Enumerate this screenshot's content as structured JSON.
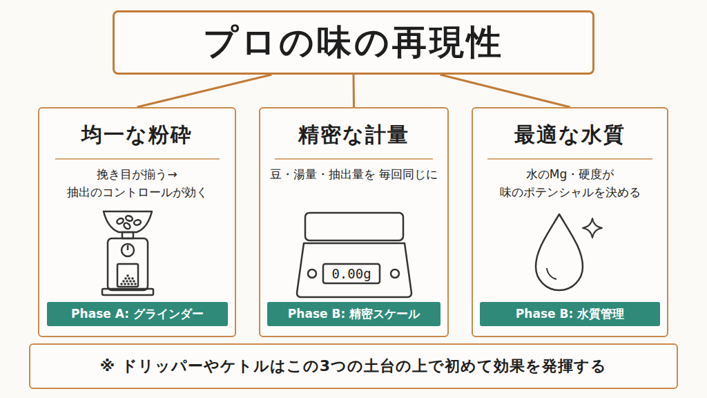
{
  "diagram": {
    "nodes": [
      {
        "text": [
          "プロの味の再現性"
        ]
      },
      {
        "text": [
          "均一な粉砕",
          "挽き目が揃う→ 抽出のコントロールが効く"
        ]
      },
      {
        "text": [
          "Phase A: グラインダー"
        ],
        "in": 1
      },
      {
        "text": [
          "精密な計量",
          "豆・湯量・抽出量を 毎回同じに"
        ]
      },
      {
        "text": [
          "Phase B: 精密スケール"
        ],
        "in": 3
      },
      {
        "text": [
          "最適な水質",
          "水のMg・硬度が 味のポテンシャルを決める"
        ]
      },
      {
        "text": [
          "Phase B: 水質管理"
        ],
        "in": 5
      },
      {
        "text": [
          "※ ドリッパーやケトルはこの3つの土台の上で初めて効果を発揮する"
        ]
      }
    ],
    "edges": [
      {
        "from": 0,
        "to": 1,
        "arrow": "none"
      },
      {
        "from": 0,
        "to": 3,
        "arrow": "none"
      },
      {
        "from": 0,
        "to": 5,
        "arrow": "none"
      }
    ],
    "labels": [
      "0.00g"
    ]
  }
}
